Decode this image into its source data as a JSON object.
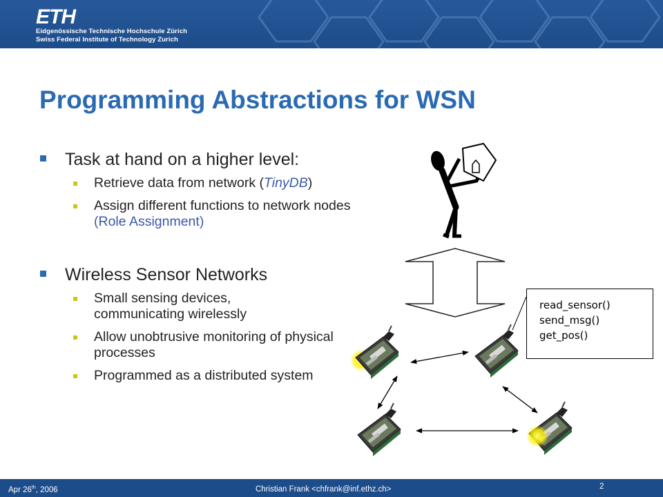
{
  "header": {
    "logo_text": "ETH",
    "institute_de": "Eidgenössische Technische Hochschule Zürich",
    "institute_en": "Swiss Federal Institute of Technology Zurich"
  },
  "slide": {
    "title": "Programming Abstractions for WSN",
    "bullets": [
      {
        "text": "Task at hand on a higher level:",
        "sub": [
          {
            "text": "Retrieve data from network (",
            "highlight": "TinyDB",
            "after": ")"
          },
          {
            "text": "Assign different functions to network nodes ",
            "highlight": "(Role Assignment)",
            "after": ""
          }
        ]
      },
      {
        "text": "Wireless Sensor Networks",
        "sub": [
          {
            "text": "Small sensing devices, communicating wirelessly"
          },
          {
            "text": "Allow unobtrusive monitoring of physical processes"
          },
          {
            "text": "Programmed as a distributed system"
          }
        ]
      }
    ],
    "code_box": [
      "read_sensor()",
      "send_msg()",
      "get_pos()"
    ]
  },
  "footer": {
    "date": "Apr 26",
    "date_sup": "th",
    "year": ", 2006",
    "author": "Christian Frank <chfrank@inf.ethz.ch>",
    "page": "2"
  },
  "colors": {
    "accent": "#2a6ab3",
    "header": "#1d4c8a",
    "sub_bullet": "#c6c81b",
    "highlight": "#3a5aa8"
  }
}
